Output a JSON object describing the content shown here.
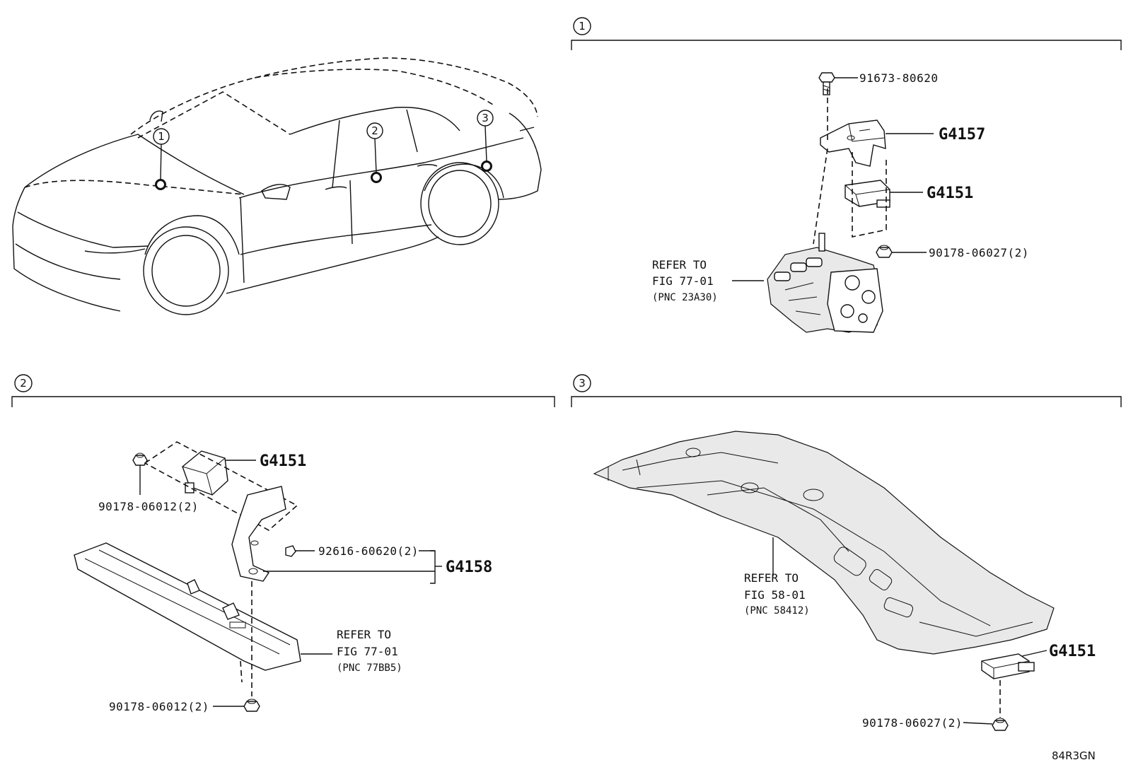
{
  "callouts": [
    "1",
    "2",
    "3"
  ],
  "section1": {
    "number": "1",
    "parts": {
      "bolt": "91673-80620",
      "bracket_code": "G4157",
      "sensor_code": "G4151",
      "nut": "90178-06027(2)"
    },
    "refer": {
      "line1": "REFER TO",
      "line2": "FIG 77-01",
      "line3": "(PNC 23A30)"
    }
  },
  "section2": {
    "number": "2",
    "parts": {
      "sensor_code": "G4151",
      "nut_top": "90178-06012(2)",
      "bolt": "92616-60620(2)",
      "bracket_code": "G4158",
      "nut_bottom": "90178-06012(2)"
    },
    "refer": {
      "line1": "REFER TO",
      "line2": "FIG 77-01",
      "line3": "(PNC 77BB5)"
    }
  },
  "section3": {
    "number": "3",
    "parts": {
      "sensor_code": "G4151",
      "nut": "90178-06027(2)"
    },
    "refer": {
      "line1": "REFER TO",
      "line2": "FIG 58-01",
      "line3": "(PNC 58412)"
    }
  },
  "figure_id": "84R3GN"
}
